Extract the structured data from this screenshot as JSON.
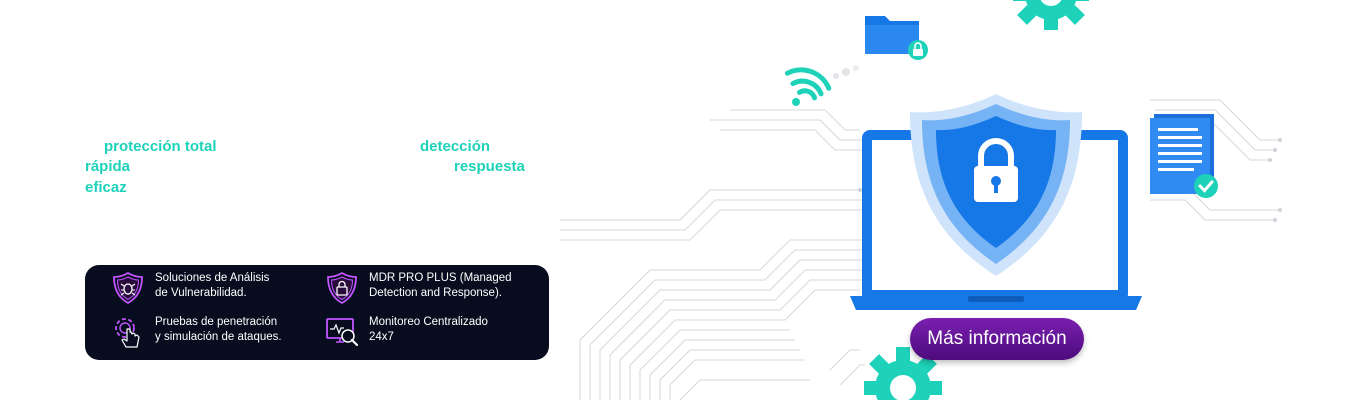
{
  "headline": {
    "word1": "protección total",
    "word2": "detección",
    "word3": "rápida",
    "word4": "respuesta",
    "word5": "eficaz"
  },
  "features": [
    {
      "line1": "Soluciones de Análisis",
      "line2": "de Vulnerabilidad.",
      "icon": "shield-bug-icon"
    },
    {
      "line1": "MDR PRO PLUS (Managed",
      "line2": "Detection and Response).",
      "icon": "shield-lock-icon"
    },
    {
      "line1": "Pruebas de penetración",
      "line2": "y simulación de ataques.",
      "icon": "touch-gear-icon"
    },
    {
      "line1": "Monitoreo Centralizado",
      "line2": "24x7",
      "icon": "monitor-search-icon"
    }
  ],
  "cta": {
    "label": "Más información"
  },
  "colors": {
    "accent_teal": "#1ed2b9",
    "panel_bg": "#070d1e",
    "icon_purple": "#c155ff",
    "cta_purple": "#6a1a9e",
    "device_blue": "#1677e6"
  }
}
